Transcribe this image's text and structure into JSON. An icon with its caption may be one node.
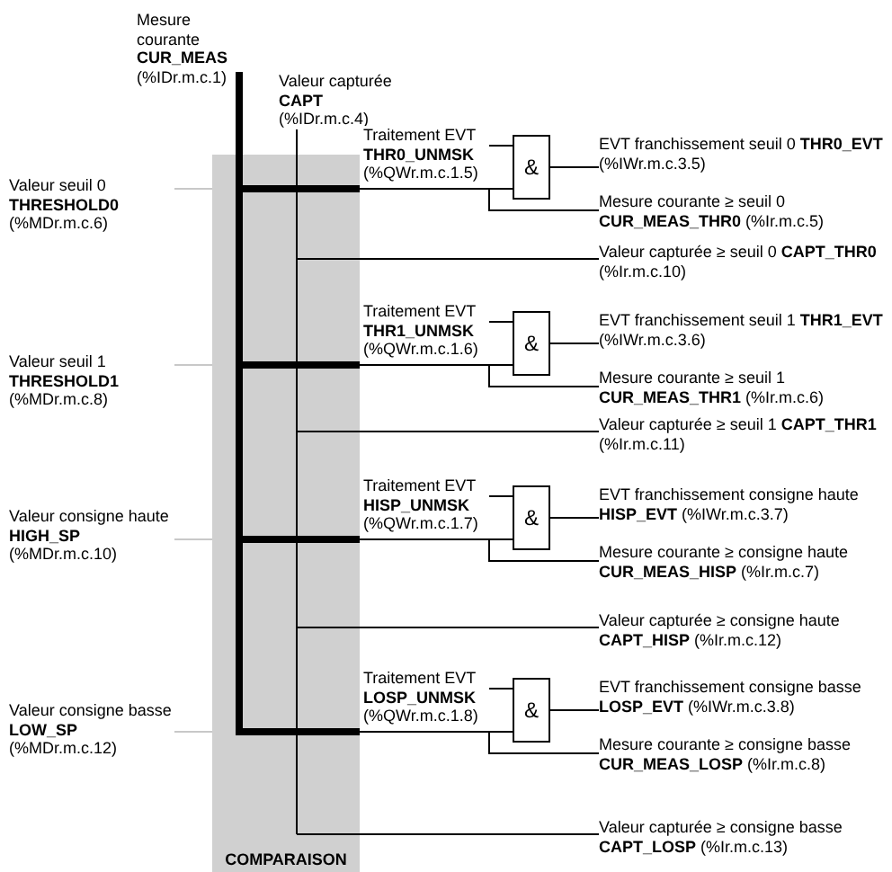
{
  "diagram": {
    "nodes": [
      {
        "text": [
          "COMPARAISON"
        ]
      },
      {
        "text": [
          "Mesure courante **CUR_MEAS** (%IDr.m.c.1)"
        ]
      },
      {
        "text": [
          "Valeur capturée **CAPT** (%IDr.m.c.4)"
        ]
      },
      {
        "text": [
          "Valeur seuil 0 **THRESHOLD0** (%MDr.m.c.6)"
        ]
      },
      {
        "text": [
          "Valeur seuil 1 **THRESHOLD1** (%MDr.m.c.8)"
        ]
      },
      {
        "text": [
          "Valeur consigne haute **HIGH_SP** (%MDr.m.c.10)"
        ]
      },
      {
        "text": [
          "Valeur consigne basse **LOW_SP** (%MDr.m.c.12)"
        ]
      },
      {
        "text": [
          "&"
        ]
      },
      {
        "text": [
          "EVT franchissement seuil 0 **THR0_EVT** (%IWr.m.c.3.5)"
        ]
      },
      {
        "text": [
          "Mesure courante ≥ seuil 0 **CUR_MEAS_THR0** (%Ir.m.c.5)"
        ]
      },
      {
        "text": [
          "Valeur capturée ≥ seuil 0 **CAPT_THR0** (%Ir.m.c.10)"
        ]
      },
      {
        "text": [
          "&"
        ]
      },
      {
        "text": [
          "EVT franchissement seuil 1 **THR1_EVT** (%IWr.m.c.3.6)"
        ]
      },
      {
        "text": [
          "Mesure courante ≥ seuil 1 **CUR_MEAS_THR1** (%Ir.m.c.6)"
        ]
      },
      {
        "text": [
          "Valeur capturée ≥ seuil 1 **CAPT_THR1** (%Ir.m.c.11)"
        ]
      },
      {
        "text": [
          "&"
        ]
      },
      {
        "text": [
          "EVT franchissement consigne haute **HISP_EVT** (%IWr.m.c.3.7)"
        ]
      },
      {
        "text": [
          "Mesure courante ≥ consigne haute **CUR_MEAS_HISP** (%Ir.m.c.7)"
        ]
      },
      {
        "text": [
          "Valeur capturée ≥ consigne haute **CAPT_HISP** (%Ir.m.c.12)"
        ]
      },
      {
        "text": [
          "&"
        ]
      },
      {
        "text": [
          "EVT franchissement consigne basse **LOSP_EVT** (%IWr.m.c.3.8)"
        ]
      },
      {
        "text": [
          "Mesure courante ≥ consigne basse **CUR_MEAS_LOSP** (%Ir.m.c.8)"
        ]
      },
      {
        "text": [
          "Valeur capturée ≥ consigne basse **CAPT_LOSP** (%Ir.m.c.13)"
        ]
      }
    ],
    "edges": [
      {
        "from": 1,
        "to": 0,
        "arrow": "none",
        "style": "thick"
      },
      {
        "from": 2,
        "to": 0,
        "arrow": "none"
      },
      {
        "from": 3,
        "to": 0,
        "arrow": "none",
        "color": "#c8c8c8"
      },
      {
        "from": 4,
        "to": 0,
        "arrow": "none",
        "color": "#c8c8c8"
      },
      {
        "from": 5,
        "to": 0,
        "arrow": "none",
        "color": "#c8c8c8"
      },
      {
        "from": 6,
        "to": 0,
        "arrow": "none",
        "color": "#c8c8c8"
      },
      {
        "from": 0,
        "to": 7,
        "arrow": "none",
        "label": "Traitement EVT **THR0_UNMSK** (%QWr.m.c.1.5)"
      },
      {
        "from": null,
        "to": 7,
        "arrow": "none"
      },
      {
        "from": 7,
        "to": 8,
        "arrow": "none"
      },
      {
        "from": 0,
        "to": 9,
        "arrow": "none"
      },
      {
        "from": 0,
        "to": 10,
        "arrow": "none"
      },
      {
        "from": 0,
        "to": 11,
        "arrow": "none",
        "label": "Traitement EVT **THR1_UNMSK** (%QWr.m.c.1.6)"
      },
      {
        "from": null,
        "to": 11,
        "arrow": "none"
      },
      {
        "from": 11,
        "to": 12,
        "arrow": "none"
      },
      {
        "from": 0,
        "to": 13,
        "arrow": "none"
      },
      {
        "from": 0,
        "to": 14,
        "arrow": "none"
      },
      {
        "from": 0,
        "to": 15,
        "arrow": "none",
        "label": "Traitement EVT **HISP_UNMSK** (%QWr.m.c.1.7)"
      },
      {
        "from": null,
        "to": 15,
        "arrow": "none"
      },
      {
        "from": 15,
        "to": 16,
        "arrow": "none"
      },
      {
        "from": 0,
        "to": 17,
        "arrow": "none"
      },
      {
        "from": 0,
        "to": 18,
        "arrow": "none"
      },
      {
        "from": 0,
        "to": 19,
        "arrow": "none",
        "label": "Traitement EVT **LOSP_UNMSK** (%QWr.m.c.1.8)"
      },
      {
        "from": null,
        "to": 19,
        "arrow": "none"
      },
      {
        "from": 19,
        "to": 20,
        "arrow": "none"
      },
      {
        "from": 0,
        "to": 21,
        "arrow": "none"
      },
      {
        "from": 0,
        "to": 22,
        "arrow": "none"
      }
    ]
  }
}
